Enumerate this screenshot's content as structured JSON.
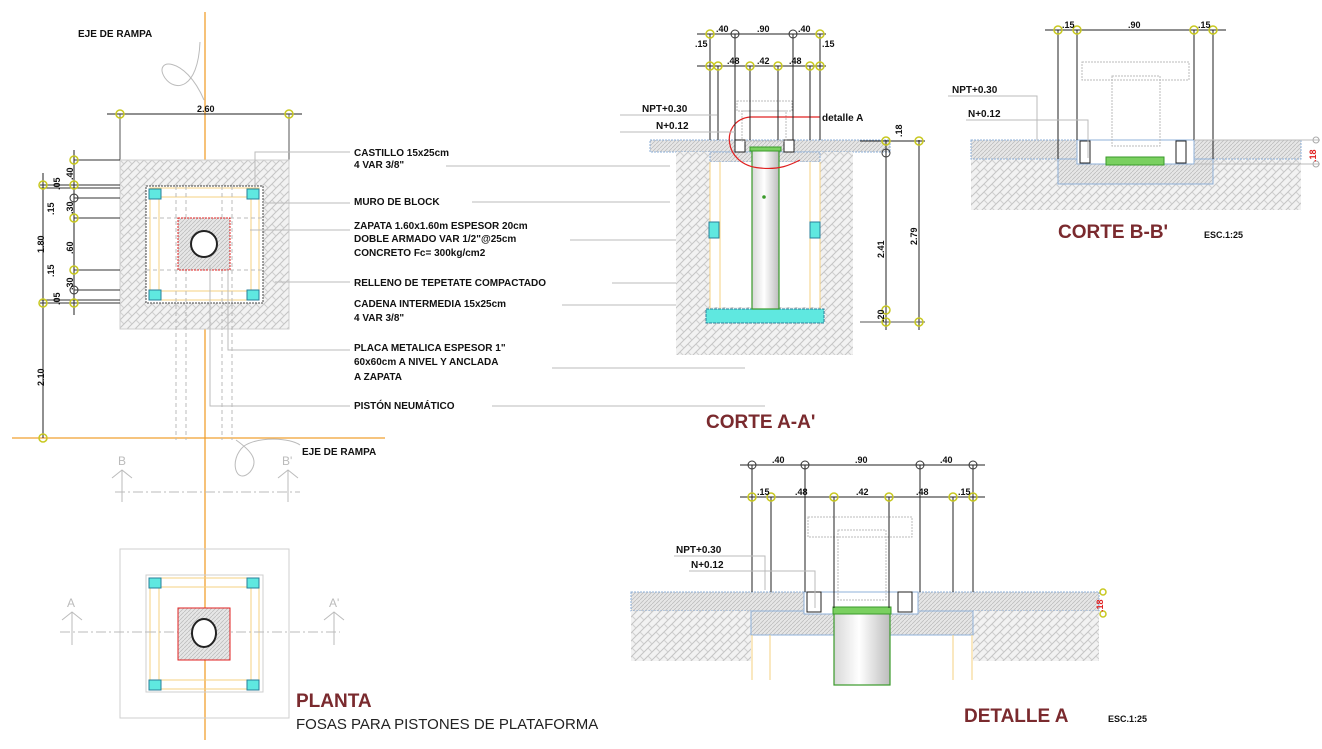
{
  "colors": {
    "axis": "#f0a030",
    "title": "#7a2a2e",
    "castillo": "#5fe8e0",
    "plate_outline": "#e02020",
    "piston_outline": "#3a9a2a",
    "dim_node": "#c8c820",
    "hatch": "#c8c8c8",
    "rebar": "#f5d080",
    "level_line": "#8fb0d8",
    "red_dim": "#e02020"
  },
  "plan": {
    "title": "PLANTA",
    "subtitle": "FOSAS PARA PISTONES DE PLATAFORMA",
    "axis_label_top": "EJE DE RAMPA",
    "axis_label_mid": "EJE DE RAMPA",
    "section_marks": {
      "a_left": "A",
      "a_right": "A'",
      "b_left": "B",
      "b_right": "B'"
    },
    "dims": {
      "top_width": "2.60",
      "left_total": "1.80",
      "left_lower": "2.10",
      "inner": [
        ".40",
        ".05",
        ".15",
        ".30",
        ".60",
        ".30",
        ".15",
        ".05"
      ]
    }
  },
  "notes": [
    {
      "id": "castillo",
      "lines": [
        "CASTILLO 15x25cm",
        "4 VAR 3/8\""
      ]
    },
    {
      "id": "muro",
      "lines": [
        "MURO DE BLOCK"
      ]
    },
    {
      "id": "zapata",
      "lines": [
        "ZAPATA 1.60x1.60m ESPESOR 20cm",
        "DOBLE ARMADO VAR 1/2\"@25cm",
        "CONCRETO Fc= 300kg/cm2"
      ]
    },
    {
      "id": "relleno",
      "lines": [
        "RELLENO DE TEPETATE COMPACTADO"
      ]
    },
    {
      "id": "cadena",
      "lines": [
        "CADENA INTERMEDIA 15x25cm",
        "4 VAR 3/8\""
      ]
    },
    {
      "id": "placa",
      "lines": [
        "PLACA METALICA ESPESOR 1\"",
        "60x60cm A NIVEL Y ANCLADA",
        "A ZAPATA"
      ]
    },
    {
      "id": "piston",
      "lines": [
        "PISTÓN NEUMÁTICO"
      ]
    }
  ],
  "section_aa": {
    "title": "CORTE A-A'",
    "levels": {
      "npt": "NPT+0.30",
      "n": "N+0.12"
    },
    "detail_callout": "detalle A",
    "dims_top": [
      ".40",
      ".90",
      ".40"
    ],
    "dims_second": [
      ".15",
      ".48",
      ".42",
      ".48",
      ".15"
    ],
    "dims_right": {
      "slab": ".18",
      "inner_height": "2.41",
      "total_height": "2.79",
      "base": ".20"
    }
  },
  "section_bb": {
    "title": "CORTE B-B'",
    "scale": "ESC.1:25",
    "levels": {
      "npt": "NPT+0.30",
      "n": "N+0.12"
    },
    "dims_top": [
      ".15",
      ".90",
      ".15"
    ],
    "dim_right": ".18"
  },
  "detail_a": {
    "title": "DETALLE A",
    "scale": "ESC.1:25",
    "levels": {
      "npt": "NPT+0.30",
      "n": "N+0.12"
    },
    "dims_top": [
      ".40",
      ".90",
      ".40"
    ],
    "dims_second": [
      ".15",
      ".48",
      ".42",
      ".48",
      ".15"
    ],
    "dim_right": ".18"
  }
}
